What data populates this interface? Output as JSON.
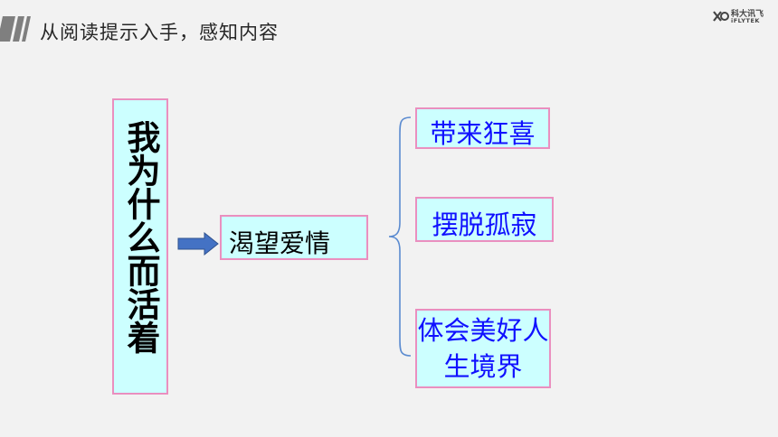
{
  "header": {
    "title": "从阅读提示入手，感知内容",
    "logo": {
      "cn": "科大讯飞",
      "en": "iFLYTEK",
      "icon": "iflytek-logo-icon"
    }
  },
  "diagram": {
    "main": "我为什么而活着",
    "middle": "渴望爱情",
    "branches": [
      "带来狂喜",
      "摆脱孤寂",
      "体会美好人生境界"
    ]
  },
  "colors": {
    "box_fill": "#ccffff",
    "box_border": "#ea8fbf",
    "branch_text": "#1010ff",
    "arrow": "#4472c4"
  }
}
